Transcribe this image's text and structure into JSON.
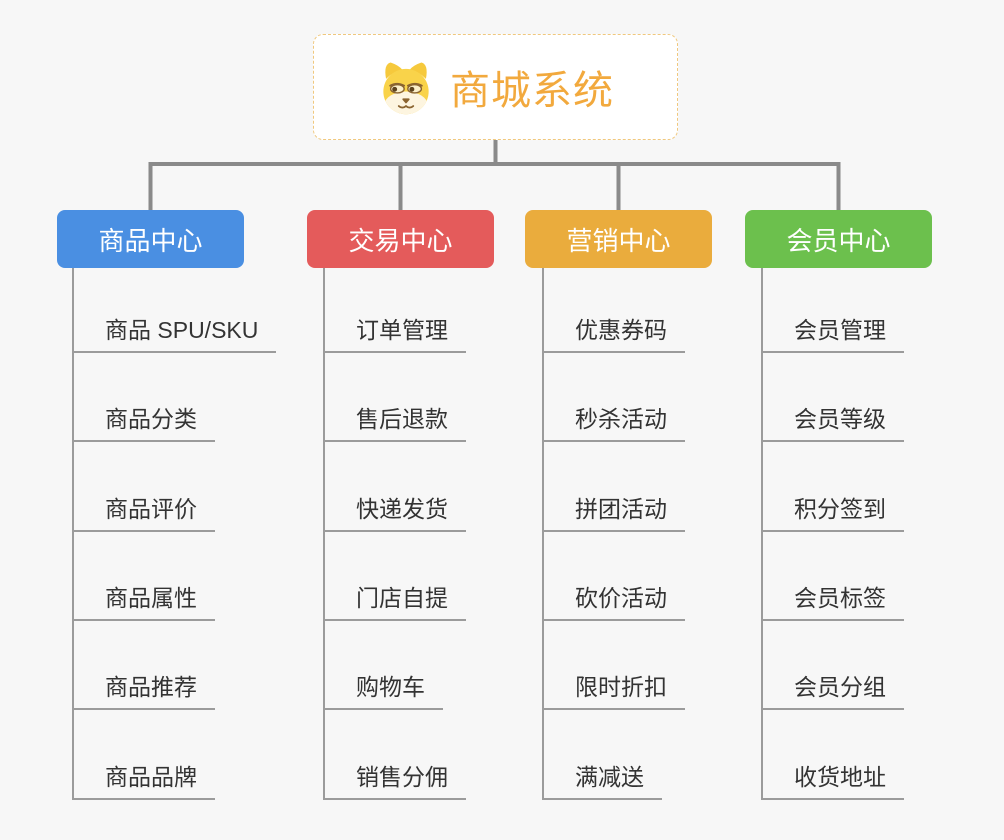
{
  "root": {
    "title": "商城系统",
    "title_color": "#F2A93D",
    "border_color": "#F0C87E",
    "background": "#FFFFFF",
    "icon": "dog-face-icon"
  },
  "branches": [
    {
      "label": "商品中心",
      "color": "#4A8FE2",
      "items": [
        "商品 SPU/SKU",
        "商品分类",
        "商品评价",
        "商品属性",
        "商品推荐",
        "商品品牌"
      ]
    },
    {
      "label": "交易中心",
      "color": "#E45B5B",
      "items": [
        "订单管理",
        "售后退款",
        "快递发货",
        "门店自提",
        "购物车",
        "销售分佣"
      ]
    },
    {
      "label": "营销中心",
      "color": "#EAAC3D",
      "items": [
        "优惠券码",
        "秒杀活动",
        "拼团活动",
        "砍价活动",
        "限时折扣",
        "满减送"
      ]
    },
    {
      "label": "会员中心",
      "color": "#6CC04D",
      "items": [
        "会员管理",
        "会员等级",
        "积分签到",
        "会员标签",
        "会员分组",
        "收货地址"
      ]
    }
  ],
  "style": {
    "page_background": "#F7F7F7",
    "connector_color": "#8A8A8A",
    "leaf_line_color": "#9B9B9B",
    "leaf_text_color": "#333333",
    "branch_text_color": "#FFFFFF"
  }
}
